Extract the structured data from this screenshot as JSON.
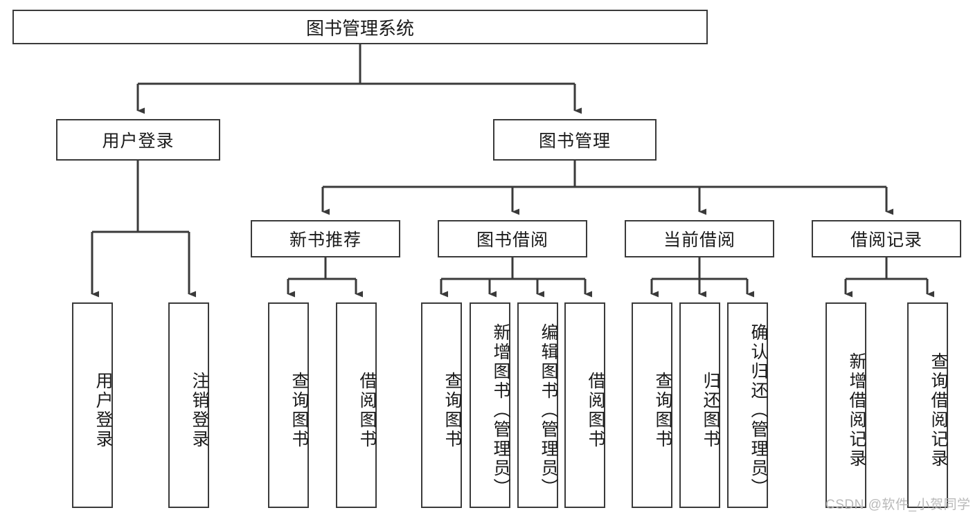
{
  "diagram": {
    "title": "图书管理系统",
    "type": "hierarchy-tree",
    "root": {
      "label": "图书管理系统"
    },
    "level2": [
      {
        "label": "用户登录"
      },
      {
        "label": "图书管理"
      }
    ],
    "level3": [
      {
        "label": "新书推荐"
      },
      {
        "label": "图书借阅"
      },
      {
        "label": "当前借阅"
      },
      {
        "label": "借阅记录"
      }
    ],
    "leaves": [
      {
        "label": "用户登录"
      },
      {
        "label": "注销登录"
      },
      {
        "label": "查询图书"
      },
      {
        "label": "借阅图书"
      },
      {
        "label": "查询图书"
      },
      {
        "label": "新增图书（管理员）"
      },
      {
        "label": "编辑图书（管理员）"
      },
      {
        "label": "借阅图书"
      },
      {
        "label": "查询图书"
      },
      {
        "label": "归还图书"
      },
      {
        "label": "确认归还（管理员）"
      },
      {
        "label": "新增借阅记录"
      },
      {
        "label": "查询借阅记录"
      }
    ]
  },
  "watermark": {
    "text": "CSDN @软件_小贺同学"
  },
  "colors": {
    "border": "#3a3a3a",
    "text": "#1a1a1a",
    "background": "#ffffff",
    "watermark": "#b9b9b9"
  }
}
